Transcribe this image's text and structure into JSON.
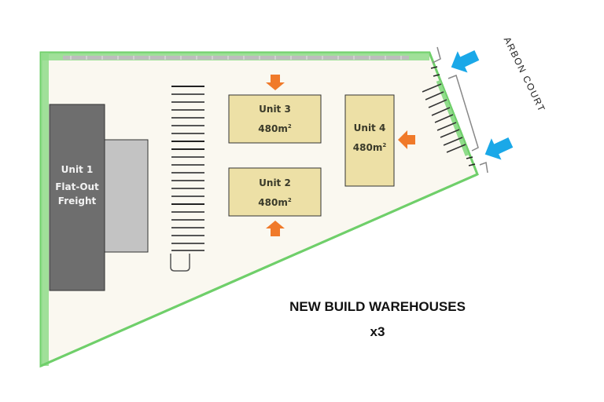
{
  "plan": {
    "title_line1": "NEW BUILD WAREHOUSES",
    "title_line2": "x3",
    "street_name": "ARBON COURT"
  },
  "units": [
    {
      "id": "unit-1",
      "name": "Unit 1",
      "tenant_line1": "Flat-Out",
      "tenant_line2": "Freight",
      "status": "existing"
    },
    {
      "id": "unit-2",
      "name": "Unit 2",
      "area": "480m",
      "area_unit_sup": "2",
      "status": "new"
    },
    {
      "id": "unit-3",
      "name": "Unit 3",
      "area": "480m",
      "area_unit_sup": "2",
      "status": "new"
    },
    {
      "id": "unit-4",
      "name": "Unit 4",
      "area": "480m",
      "area_unit_sup": "2",
      "status": "new"
    }
  ],
  "icons": {
    "entry_arrows_street": [
      "blue-arrow-north-entry",
      "blue-arrow-south-entry"
    ],
    "unit_access_arrows": [
      "orange-arrow-unit-3",
      "orange-arrow-unit-2",
      "orange-arrow-unit-4"
    ]
  },
  "colors": {
    "site_fill": "#faf8f0",
    "boundary_green": "#7fd67a",
    "new_unit_fill": "#ede0a6",
    "existing_unit_dark": "#6e6e6e",
    "existing_unit_light": "#c3c3c3",
    "access_arrow": "#f07a2a",
    "entry_arrow": "#1aa8e8"
  }
}
